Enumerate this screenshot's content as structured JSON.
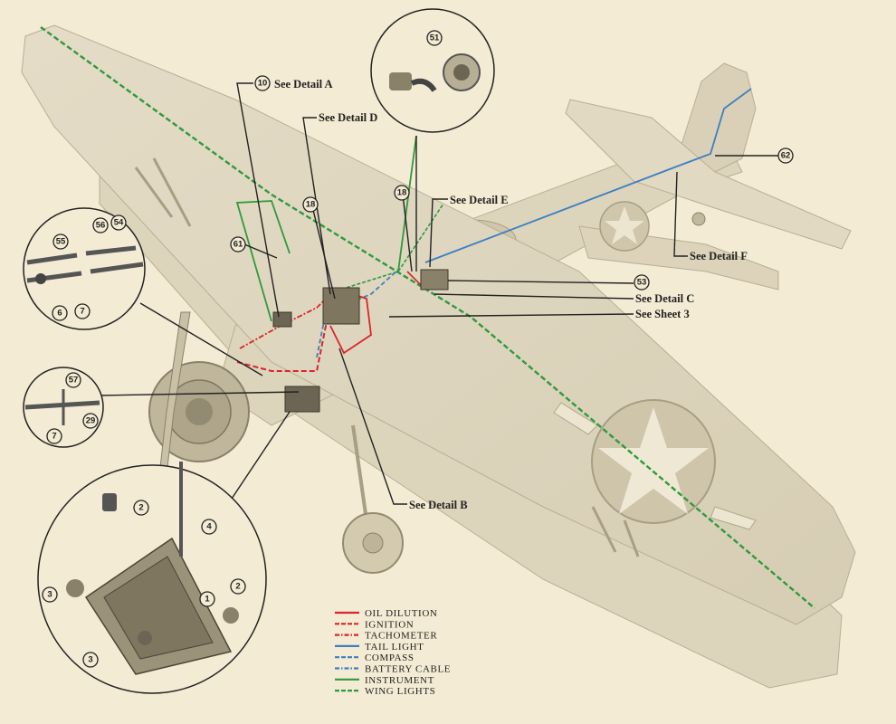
{
  "details": {
    "a": "See Detail A",
    "b": "See Detail B",
    "c": "See Detail C",
    "d": "See Detail D",
    "e": "See Detail E",
    "f": "See Detail F",
    "sheet3": "See Sheet 3"
  },
  "callouts": {
    "c10": "10",
    "c18a": "18",
    "c18b": "18",
    "c51": "51",
    "c53": "53",
    "c61": "61",
    "c62": "62",
    "c55": "55",
    "c56": "56",
    "c54": "54",
    "c6": "6",
    "c7a": "7",
    "c57": "57",
    "c29": "29",
    "c7b": "7",
    "c2a": "2",
    "c4": "4",
    "c3a": "3",
    "c2b": "2",
    "c1": "1",
    "c3b": "3"
  },
  "legend": [
    {
      "label": "OIL DILUTION",
      "color": "#d9252b",
      "style": "solid"
    },
    {
      "label": "IGNITION",
      "color": "#d9252b",
      "style": "dashed"
    },
    {
      "label": "TACHOMETER",
      "color": "#d9252b",
      "style": "dashdot"
    },
    {
      "label": "TAIL LIGHT",
      "color": "#3d7fc2",
      "style": "solid"
    },
    {
      "label": "COMPASS",
      "color": "#3d7fc2",
      "style": "dashed"
    },
    {
      "label": "BATTERY CABLE",
      "color": "#3d7fc2",
      "style": "dashdot"
    },
    {
      "label": "INSTRUMENT",
      "color": "#2e9a3e",
      "style": "solid"
    },
    {
      "label": "WING LIGHTS",
      "color": "#2e9a3e",
      "style": "dashed"
    }
  ]
}
